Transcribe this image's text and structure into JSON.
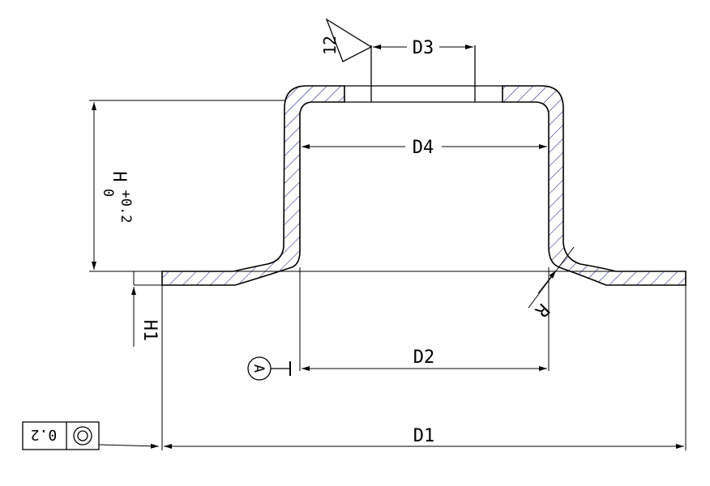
{
  "labels": {
    "d1": "D1",
    "d2": "D2",
    "d3": "D3",
    "d4": "D4",
    "h": "H",
    "h_tol_upper": "+0.2",
    "h_tol_lower": "0",
    "h1": "H1",
    "r": "R",
    "surface_roughness": "12",
    "datum": "A",
    "concentricity_tolerance": "0.2"
  },
  "colors": {
    "hatch": "#2b2f8a",
    "line": "#000000"
  }
}
